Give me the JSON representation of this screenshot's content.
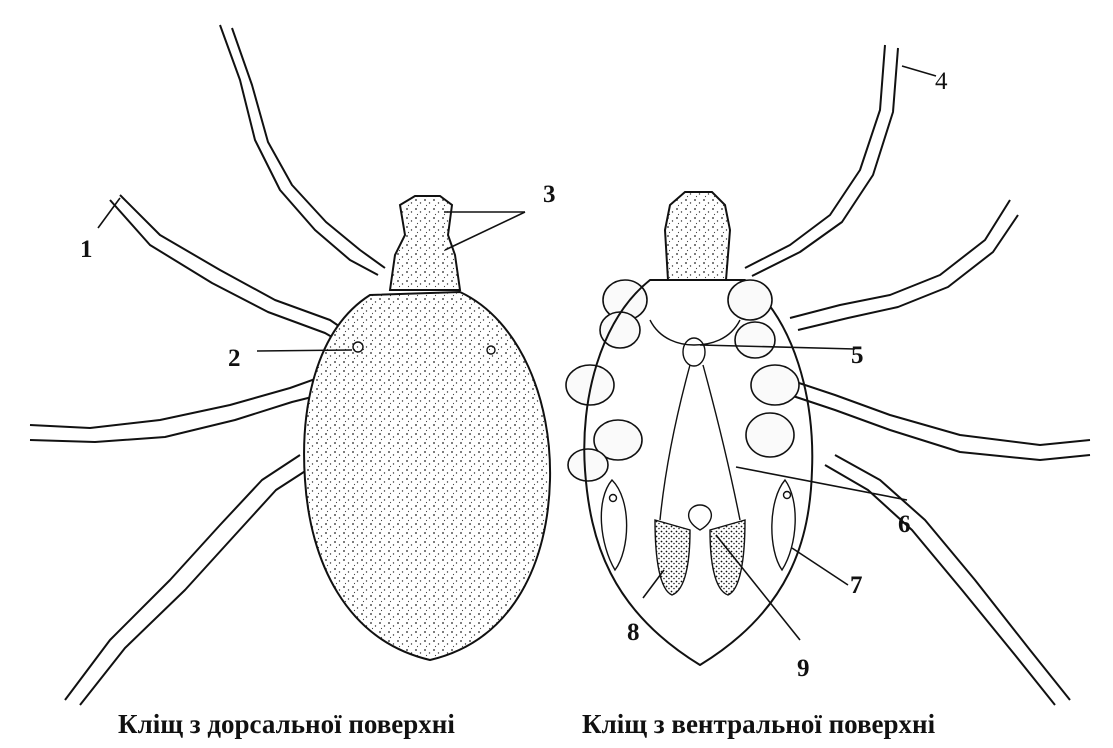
{
  "figure": {
    "labels": {
      "n1": "1",
      "n2": "2",
      "n3": "3",
      "n4": "4",
      "n5": "5",
      "n6": "6",
      "n7": "7",
      "n8": "8",
      "n9": "9"
    },
    "captions": {
      "dorsal": "Кліщ з дорсальної поверхні",
      "ventral": "Кліщ з вентральної поверхні"
    }
  }
}
